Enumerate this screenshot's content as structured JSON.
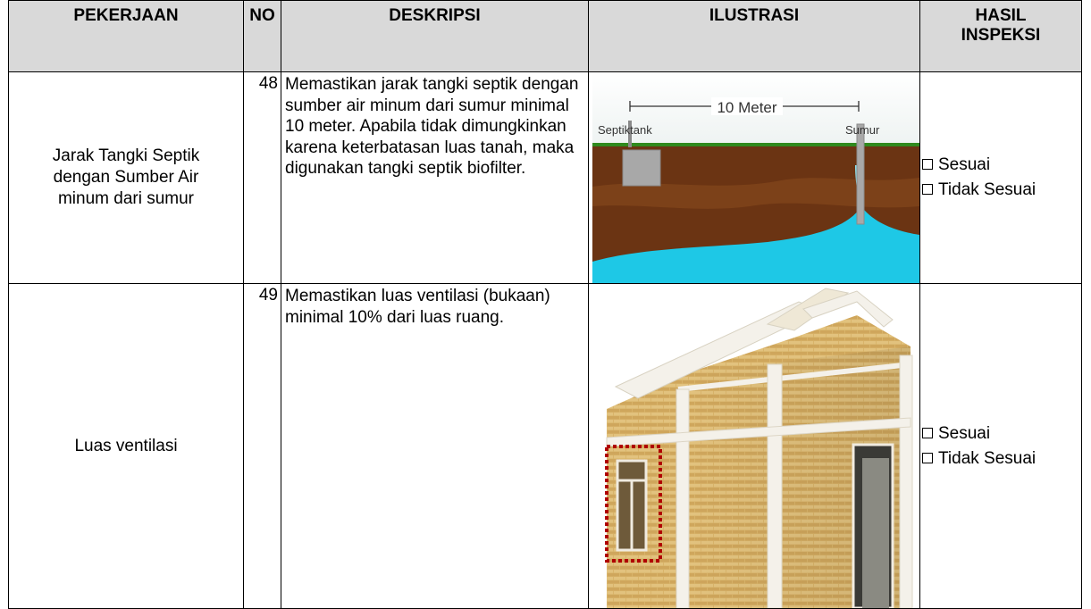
{
  "headers": {
    "pekerjaan": "PEKERJAAN",
    "no": "NO",
    "deskripsi": "DESKRIPSI",
    "ilustrasi": "ILUSTRASI",
    "hasil_line1": "HASIL",
    "hasil_line2": "INSPEKSI"
  },
  "rows": [
    {
      "pekerjaan": "Jarak Tangki Septik dengan Sumber Air minum dari sumur",
      "no": "48",
      "deskripsi": "Memastikan jarak tangki septik dengan sumber air minum dari sumur minimal 10 meter. Apabila tidak dimungkinkan karena keterbatasan luas tanah, maka digunakan tangki septik biofilter.",
      "illustration": {
        "type": "septic-distance-diagram",
        "distance_label": "10 Meter",
        "left_label": "Septiktank",
        "right_label": "Sumur",
        "colors": {
          "soil": "#6b3413",
          "grass": "#2f8a1e",
          "water": "#1ec8e6",
          "tank": "#a8a8a8"
        }
      },
      "options": [
        "Sesuai",
        "Tidak Sesuai"
      ]
    },
    {
      "pekerjaan": "Luas ventilasi",
      "no": "49",
      "deskripsi": "Memastikan luas ventilasi (bukaan) minimal 10% dari luas ruang.",
      "illustration": {
        "type": "house-ventilation-photo",
        "colors": {
          "wall": "#d9b46a",
          "frame": "#f4f1ea",
          "highlight": "#b00000"
        }
      },
      "options": [
        "Sesuai",
        "Tidak Sesuai"
      ]
    }
  ]
}
